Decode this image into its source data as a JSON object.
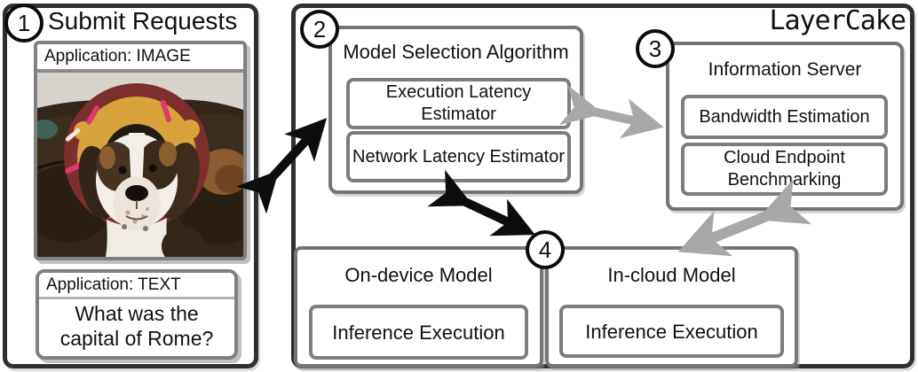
{
  "diagram": {
    "system_title": "LayerCake",
    "panels": {
      "submit": {
        "number": "1",
        "title": "Submit Requests",
        "image_card": {
          "header": "Application: IMAGE",
          "image_description": "dog wearing donut costume on couch"
        },
        "text_card": {
          "header": "Application: TEXT",
          "body": "What was the capital of Rome?"
        }
      },
      "model_selection": {
        "number": "2",
        "title": "Model Selection Algorithm",
        "items": [
          "Execution Latency Estimator",
          "Network Latency Estimator"
        ]
      },
      "information_server": {
        "number": "3",
        "title": "Information Server",
        "items": [
          "Bandwidth Estimation",
          "Cloud Endpoint Benchmarking"
        ]
      },
      "execution": {
        "number": "4",
        "on_device": {
          "title": "On-device Model",
          "item": "Inference Execution"
        },
        "in_cloud": {
          "title": "In-cloud Model",
          "item": "Inference Execution"
        }
      }
    },
    "colors": {
      "outer_border": "#2f2f2f",
      "inner_border": "#7d7d7d",
      "black_arrow": "#0d0d0d",
      "gray_arrow": "#a8a8a8"
    }
  }
}
